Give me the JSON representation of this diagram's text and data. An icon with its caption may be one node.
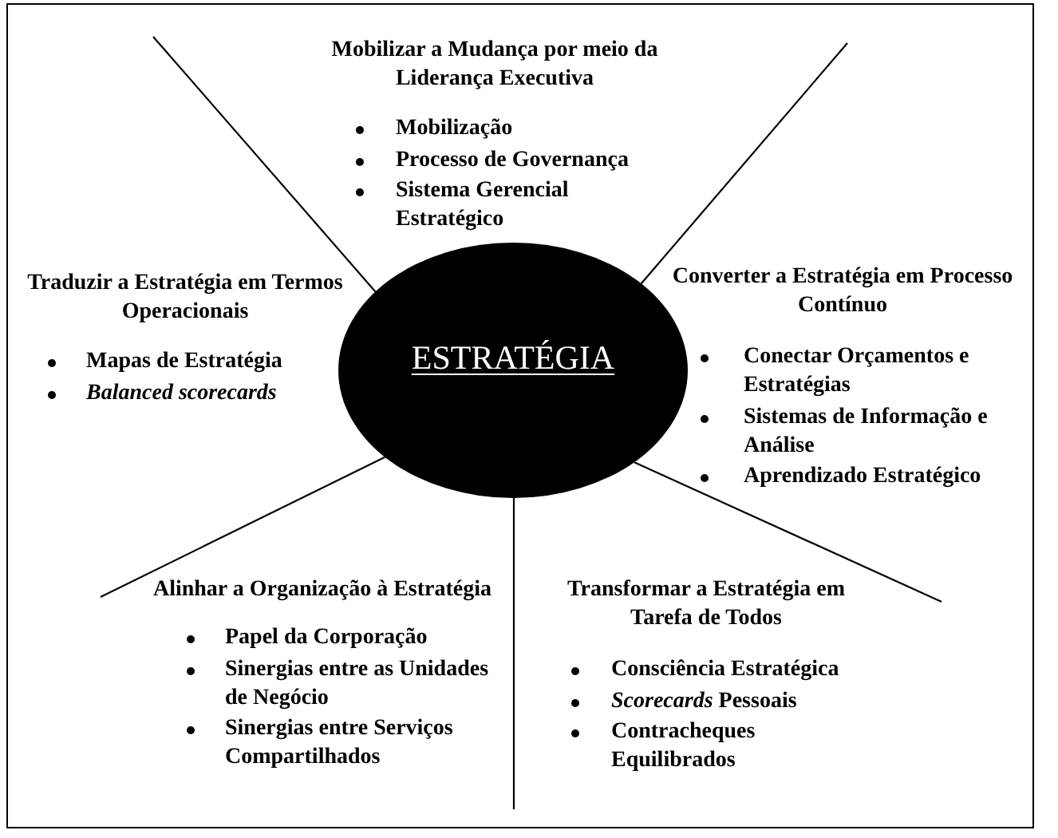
{
  "diagram": {
    "nodes": [
      {
        "text": [
          "ESTRATÉGIA"
        ]
      }
    ],
    "labels": [
      "Mobilizar a Mudança por meio da Liderança Executiva",
      "Mobilização",
      "Processo de Governança",
      "Sistema Gerencial Estratégico",
      "Traduzir a Estratégia em Termos Operacionais",
      "Mapas de Estratégia",
      "*Balanced scorecards*",
      "Converter a Estratégia em Processo Contínuo",
      "Conectar Orçamentos e Estratégias",
      "Sistemas de Informação e Análise",
      "Aprendizado Estratégico",
      "Alinhar a Organização à Estratégia",
      "Papel da Corporação",
      "Sinergias entre as Unidades de Negócio",
      "Sinergias entre Serviços Compartilhados",
      "Transformar a Estratégia em Tarefa de Todos",
      "Consciência Estratégica",
      "*Scorecards* Pessoais",
      "Contracheques Equilibrados"
    ]
  }
}
